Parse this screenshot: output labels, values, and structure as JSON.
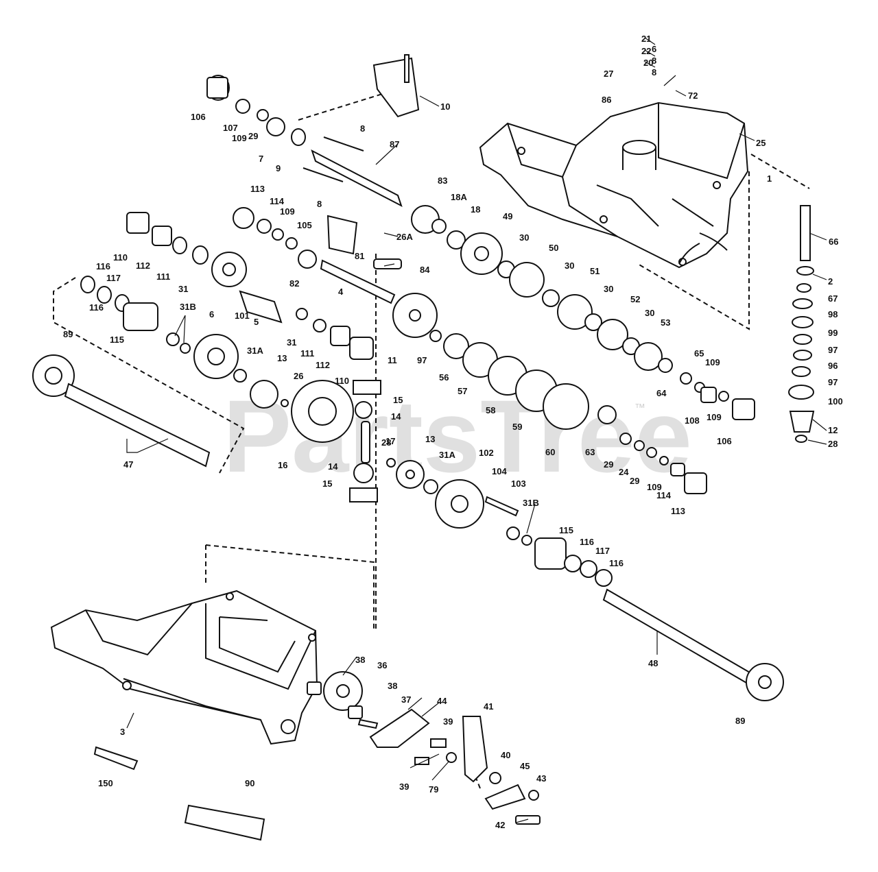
{
  "watermark": {
    "text": "PartsTree",
    "trademark": "™"
  },
  "labels": [
    {
      "id": "l-21",
      "text": "21"
    },
    {
      "id": "l-22",
      "text": "22"
    },
    {
      "id": "l-20",
      "text": "20"
    },
    {
      "id": "l-6a",
      "text": "6"
    },
    {
      "id": "l-8a",
      "text": "8"
    },
    {
      "id": "l-8b",
      "text": "8"
    },
    {
      "id": "l-27",
      "text": "27"
    },
    {
      "id": "l-72",
      "text": "72"
    },
    {
      "id": "l-86",
      "text": "86"
    },
    {
      "id": "l-25",
      "text": "25"
    },
    {
      "id": "l-1",
      "text": "1"
    },
    {
      "id": "l-66",
      "text": "66"
    },
    {
      "id": "l-2",
      "text": "2"
    },
    {
      "id": "l-67",
      "text": "67"
    },
    {
      "id": "l-98",
      "text": "98"
    },
    {
      "id": "l-99",
      "text": "99"
    },
    {
      "id": "l-97a",
      "text": "97"
    },
    {
      "id": "l-96",
      "text": "96"
    },
    {
      "id": "l-97b",
      "text": "97"
    },
    {
      "id": "l-100",
      "text": "100"
    },
    {
      "id": "l-12",
      "text": "12"
    },
    {
      "id": "l-28a",
      "text": "28"
    },
    {
      "id": "l-106a",
      "text": "106"
    },
    {
      "id": "l-107",
      "text": "107"
    },
    {
      "id": "l-109a",
      "text": "109"
    },
    {
      "id": "l-29a",
      "text": "29"
    },
    {
      "id": "l-7",
      "text": "7"
    },
    {
      "id": "l-9",
      "text": "9"
    },
    {
      "id": "l-10",
      "text": "10"
    },
    {
      "id": "l-8c",
      "text": "8"
    },
    {
      "id": "l-87",
      "text": "87"
    },
    {
      "id": "l-8d",
      "text": "8"
    },
    {
      "id": "l-83",
      "text": "83"
    },
    {
      "id": "l-18A",
      "text": "18A"
    },
    {
      "id": "l-18",
      "text": "18"
    },
    {
      "id": "l-49",
      "text": "49"
    },
    {
      "id": "l-113a",
      "text": "113"
    },
    {
      "id": "l-114a",
      "text": "114"
    },
    {
      "id": "l-109b",
      "text": "109"
    },
    {
      "id": "l-105",
      "text": "105"
    },
    {
      "id": "l-26A",
      "text": "26A"
    },
    {
      "id": "l-81",
      "text": "81"
    },
    {
      "id": "l-84",
      "text": "84"
    },
    {
      "id": "l-82",
      "text": "82"
    },
    {
      "id": "l-4",
      "text": "4"
    },
    {
      "id": "l-110a",
      "text": "110"
    },
    {
      "id": "l-112a",
      "text": "112"
    },
    {
      "id": "l-111a",
      "text": "111"
    },
    {
      "id": "l-31a",
      "text": "31"
    },
    {
      "id": "l-6b",
      "text": "6"
    },
    {
      "id": "l-5",
      "text": "5"
    },
    {
      "id": "l-116a",
      "text": "116"
    },
    {
      "id": "l-117a",
      "text": "117"
    },
    {
      "id": "l-116b",
      "text": "116"
    },
    {
      "id": "l-115a",
      "text": "115"
    },
    {
      "id": "l-31B-a",
      "text": "31B"
    },
    {
      "id": "l-101",
      "text": "101"
    },
    {
      "id": "l-31A-a",
      "text": "31A"
    },
    {
      "id": "l-89a",
      "text": "89"
    },
    {
      "id": "l-31b",
      "text": "31"
    },
    {
      "id": "l-111b",
      "text": "111"
    },
    {
      "id": "l-112b",
      "text": "112"
    },
    {
      "id": "l-110b",
      "text": "110"
    },
    {
      "id": "l-11",
      "text": "11"
    },
    {
      "id": "l-97c",
      "text": "97"
    },
    {
      "id": "l-56",
      "text": "56"
    },
    {
      "id": "l-30a",
      "text": "30"
    },
    {
      "id": "l-50",
      "text": "50"
    },
    {
      "id": "l-30b",
      "text": "30"
    },
    {
      "id": "l-51",
      "text": "51"
    },
    {
      "id": "l-30c",
      "text": "30"
    },
    {
      "id": "l-52",
      "text": "52"
    },
    {
      "id": "l-30d",
      "text": "30"
    },
    {
      "id": "l-53",
      "text": "53"
    },
    {
      "id": "l-65",
      "text": "65"
    },
    {
      "id": "l-109c",
      "text": "109"
    },
    {
      "id": "l-64",
      "text": "64"
    },
    {
      "id": "l-108",
      "text": "108"
    },
    {
      "id": "l-109d",
      "text": "109"
    },
    {
      "id": "l-106b",
      "text": "106"
    },
    {
      "id": "l-13a",
      "text": "13"
    },
    {
      "id": "l-26",
      "text": "26"
    },
    {
      "id": "l-15a",
      "text": "15"
    },
    {
      "id": "l-14a",
      "text": "14"
    },
    {
      "id": "l-17",
      "text": "17"
    },
    {
      "id": "l-57",
      "text": "57"
    },
    {
      "id": "l-58",
      "text": "58"
    },
    {
      "id": "l-59",
      "text": "59"
    },
    {
      "id": "l-60",
      "text": "60"
    },
    {
      "id": "l-63",
      "text": "63"
    },
    {
      "id": "l-29b",
      "text": "29"
    },
    {
      "id": "l-24",
      "text": "24"
    },
    {
      "id": "l-29c",
      "text": "29"
    },
    {
      "id": "l-109e",
      "text": "109"
    },
    {
      "id": "l-114b",
      "text": "114"
    },
    {
      "id": "l-113b",
      "text": "113"
    },
    {
      "id": "l-16",
      "text": "16"
    },
    {
      "id": "l-47",
      "text": "47"
    },
    {
      "id": "l-28b",
      "text": "28"
    },
    {
      "id": "l-13b",
      "text": "13"
    },
    {
      "id": "l-31A-b",
      "text": "31A"
    },
    {
      "id": "l-102",
      "text": "102"
    },
    {
      "id": "l-104",
      "text": "104"
    },
    {
      "id": "l-103",
      "text": "103"
    },
    {
      "id": "l-14b",
      "text": "14"
    },
    {
      "id": "l-15b",
      "text": "15"
    },
    {
      "id": "l-31B-b",
      "text": "31B"
    },
    {
      "id": "l-115b",
      "text": "115"
    },
    {
      "id": "l-116c",
      "text": "116"
    },
    {
      "id": "l-117b",
      "text": "117"
    },
    {
      "id": "l-116d",
      "text": "116"
    },
    {
      "id": "l-48",
      "text": "48"
    },
    {
      "id": "l-89b",
      "text": "89"
    },
    {
      "id": "l-38a",
      "text": "38"
    },
    {
      "id": "l-36",
      "text": "36"
    },
    {
      "id": "l-38b",
      "text": "38"
    },
    {
      "id": "l-37",
      "text": "37"
    },
    {
      "id": "l-44",
      "text": "44"
    },
    {
      "id": "l-41",
      "text": "41"
    },
    {
      "id": "l-39a",
      "text": "39"
    },
    {
      "id": "l-3",
      "text": "3"
    },
    {
      "id": "l-40",
      "text": "40"
    },
    {
      "id": "l-45",
      "text": "45"
    },
    {
      "id": "l-43",
      "text": "43"
    },
    {
      "id": "l-150",
      "text": "150"
    },
    {
      "id": "l-90",
      "text": "90"
    },
    {
      "id": "l-39b",
      "text": "39"
    },
    {
      "id": "l-79",
      "text": "79"
    },
    {
      "id": "l-42",
      "text": "42"
    }
  ]
}
